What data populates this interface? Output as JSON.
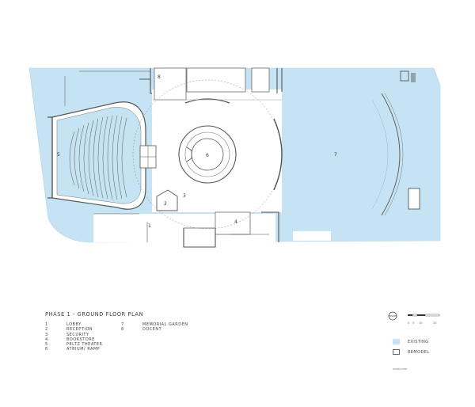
{
  "title": "PHASE 1 - GROUND FLOOR PLAN",
  "legend": {
    "column1": [
      {
        "num": "1",
        "label": "LOBBY"
      },
      {
        "num": "2",
        "label": "RECEPTION"
      },
      {
        "num": "3",
        "label": "SECURITY"
      },
      {
        "num": "4",
        "label": "BOOKSTORE"
      },
      {
        "num": "5",
        "label": "PELTZ THEATER"
      },
      {
        "num": "6",
        "label": "ATRIUM/ RAMP"
      }
    ],
    "column2": [
      {
        "num": "7",
        "label": "MEMORIAL GARDEN"
      },
      {
        "num": "8",
        "label": "DOCENT"
      }
    ]
  },
  "scale": {
    "ticks": [
      "0",
      "5",
      "10",
      "20"
    ]
  },
  "key": {
    "existing": "EXISTING",
    "remodel": "REMODEL"
  },
  "credit": "sudo.com",
  "colors": {
    "existing": "#c5e3f3",
    "wall": "#555555"
  },
  "room_labels": {
    "r1": "1",
    "r2": "2",
    "r3": "3",
    "r4": "4",
    "r5": "5",
    "r6": "6",
    "r7": "7",
    "r8": "8"
  }
}
